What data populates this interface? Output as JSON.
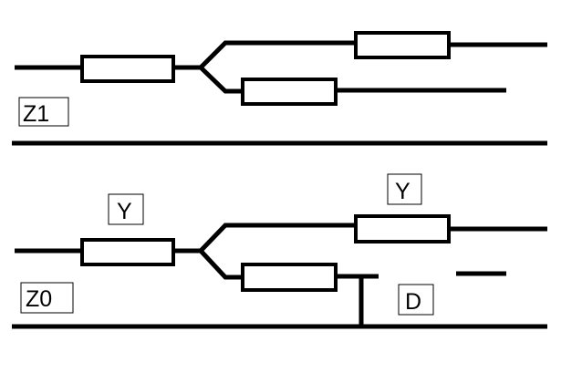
{
  "diagram": {
    "upper_section_label": "Z1",
    "lower_section_label": "Z0",
    "component_label_left": "Y",
    "component_label_right": "Y",
    "fault_label": "D"
  },
  "colors": {
    "line": "#000000",
    "background": "#ffffff"
  }
}
